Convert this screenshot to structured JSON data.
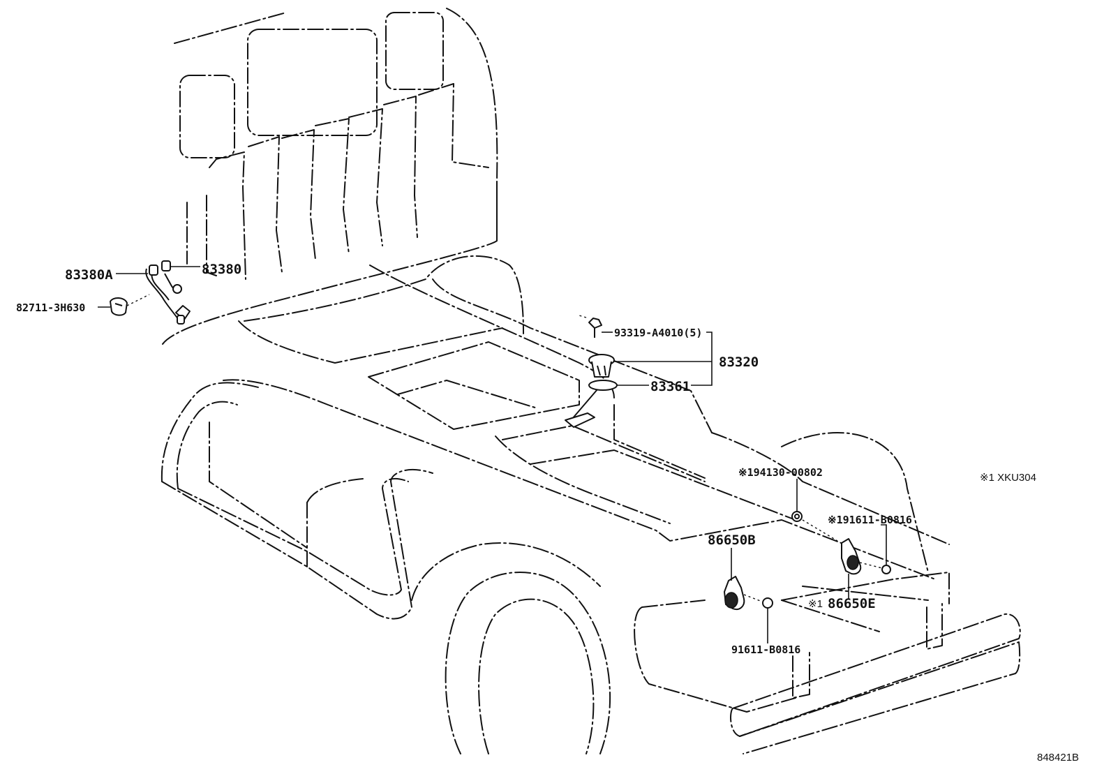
{
  "labels": {
    "p83380a": "83380A",
    "p83380": "83380",
    "p82711": "82711-3H630",
    "p93319": "93319-A4010(5)",
    "p83320": "83320",
    "p83361": "83361",
    "p94130": "※194130-00802",
    "p91611_top": "※191611-B0816",
    "p86650b": "86650B",
    "p86650e_mark": "※1",
    "p86650e": "86650E",
    "p91611_bottom": "91611-B0816",
    "note_xku": "※1 XKU304",
    "diagram_code": "848421B"
  }
}
